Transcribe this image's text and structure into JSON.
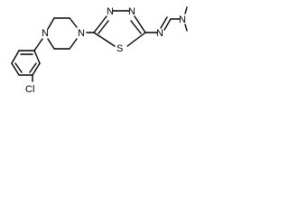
{
  "structure": {
    "atoms": {
      "thiadiazole_n3": "N",
      "thiadiazole_n4": "N",
      "thiadiazole_s": "S",
      "imine_n": "N",
      "dimethylamine_n": "N",
      "piperazine_n_top": "N",
      "piperazine_n_bottom": "N",
      "chlorine": "Cl"
    }
  }
}
